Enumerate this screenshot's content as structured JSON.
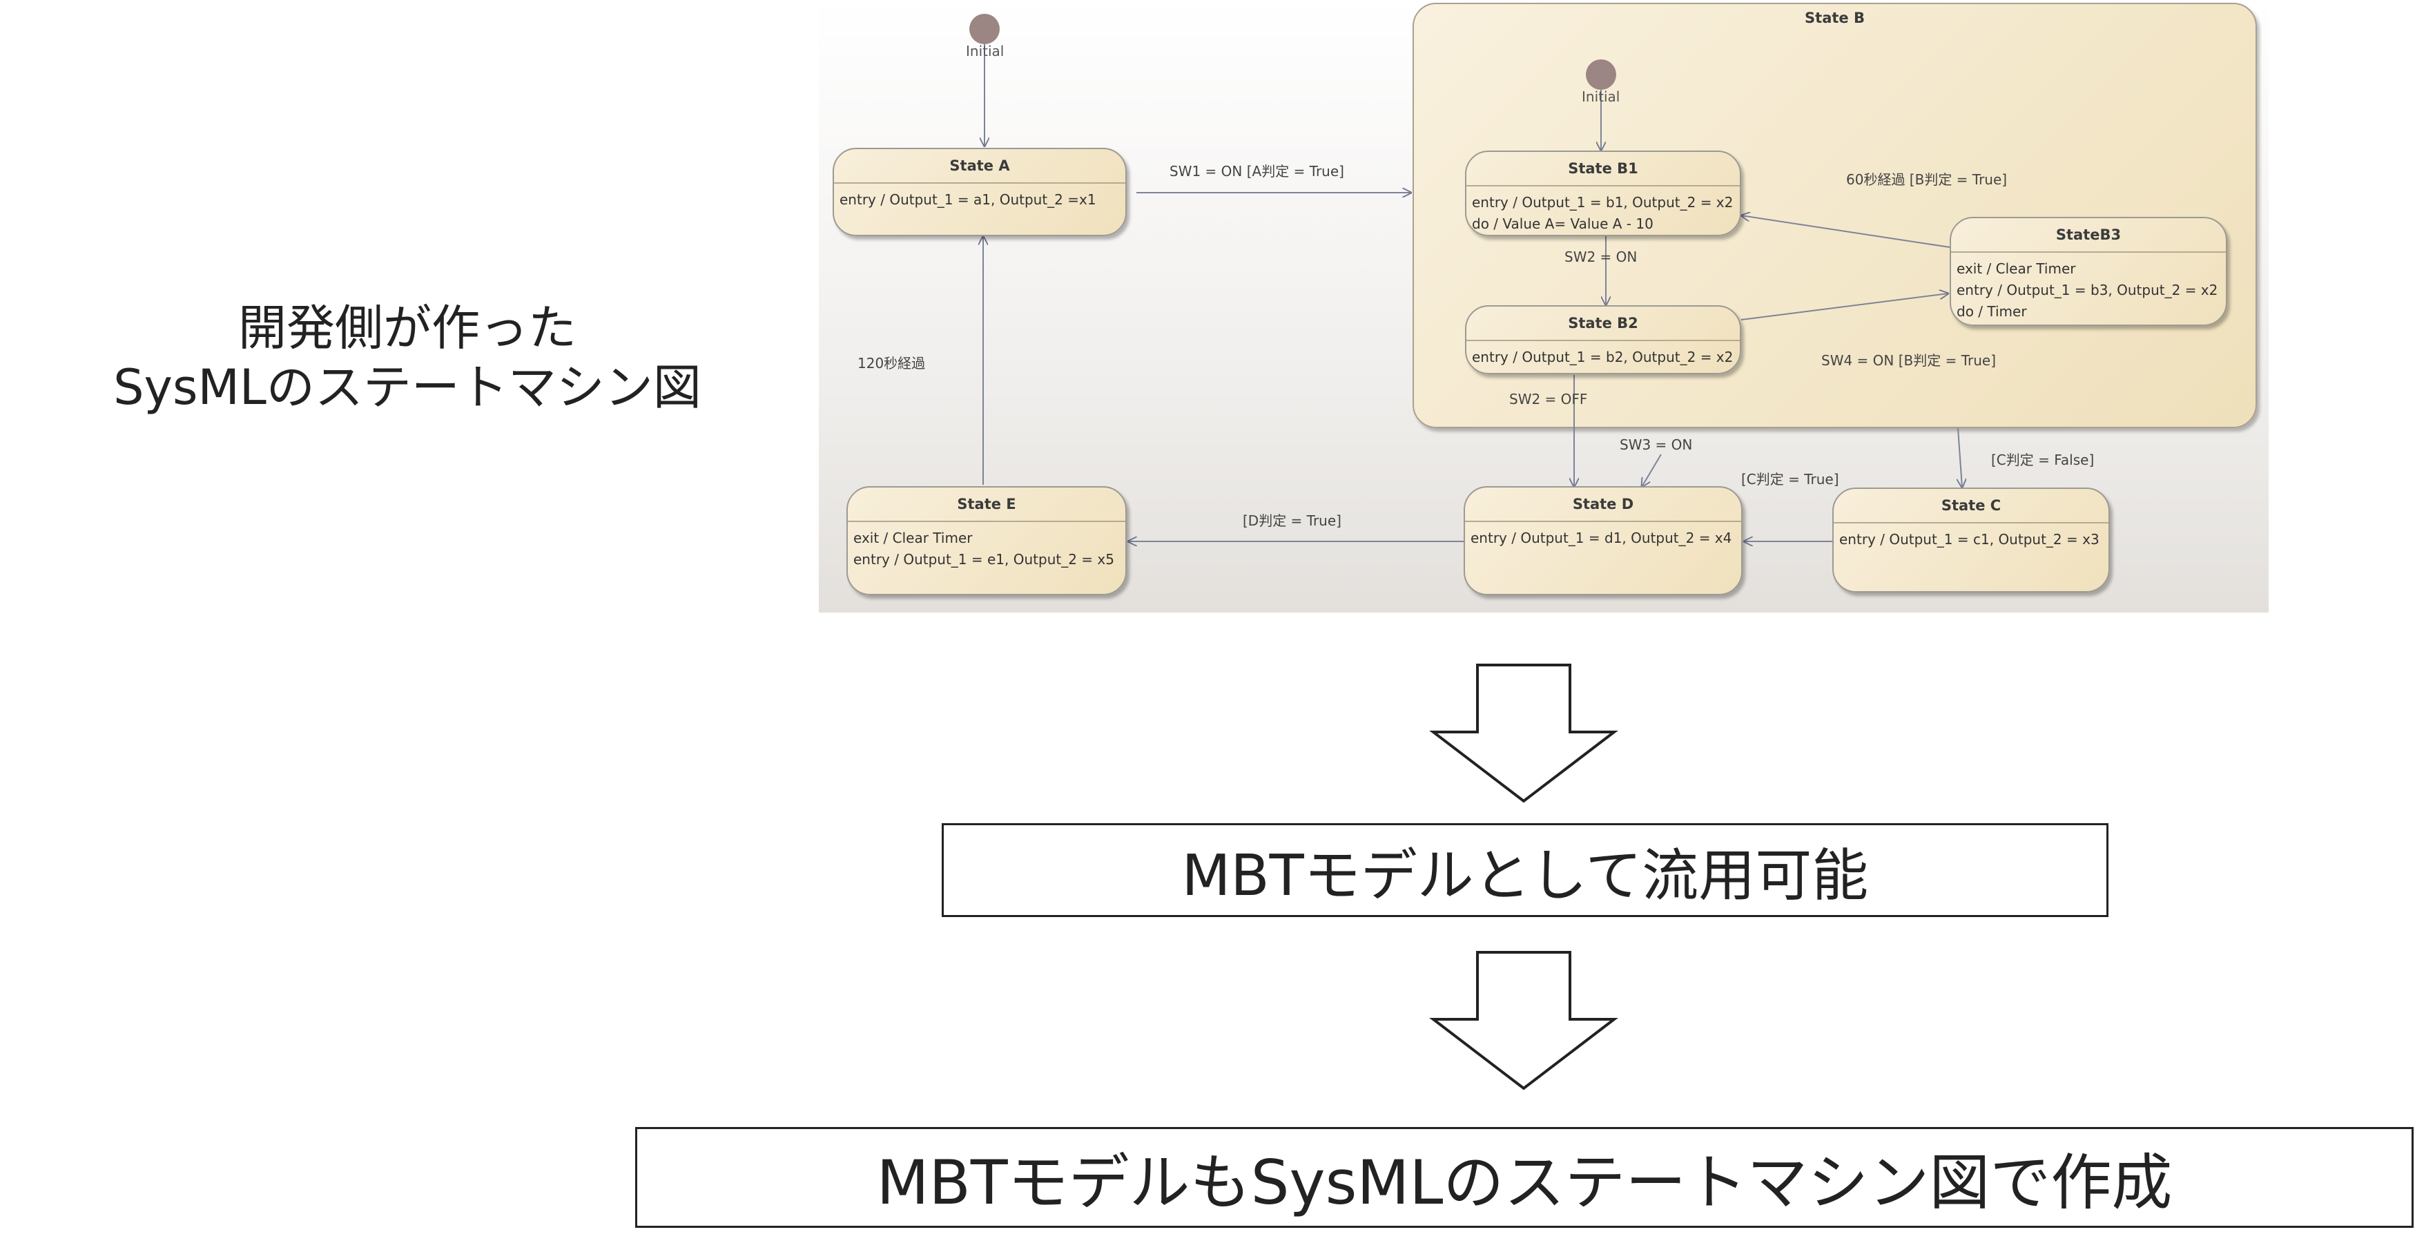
{
  "left_caption": {
    "line1": "開発側が作った",
    "line2": "SysMLのステートマシン図"
  },
  "diagram": {
    "initial_label": "Initial",
    "composite_b_title": "State B",
    "composite_b_initial_label": "Initial",
    "states": {
      "a": {
        "name": "State A",
        "lines": [
          "entry / Output_1 = a1, Output_2 =x1"
        ]
      },
      "b1": {
        "name": "State B1",
        "lines": [
          "entry / Output_1 = b1, Output_2 = x2",
          "do / Value A= Value A - 10"
        ]
      },
      "b2": {
        "name": "State B2",
        "lines": [
          "entry / Output_1 = b2, Output_2 = x2"
        ]
      },
      "b3": {
        "name": "StateB3",
        "lines": [
          "exit / Clear Timer",
          "entry / Output_1 = b3, Output_2 = x2",
          "do / Timer"
        ]
      },
      "c": {
        "name": "State C",
        "lines": [
          "entry / Output_1 = c1, Output_2 = x3"
        ]
      },
      "d": {
        "name": "State D",
        "lines": [
          "entry / Output_1 = d1, Output_2 = x4"
        ]
      },
      "e": {
        "name": "State E",
        "lines": [
          "exit / Clear Timer",
          "entry / Output_1 = e1, Output_2 = x5"
        ]
      }
    },
    "transitions": {
      "a_to_b": "SW1 = ON [A判定 = True]",
      "b1_to_b2": "SW2 = ON",
      "b3_to_b1": "60秒経過 [B判定 = True]",
      "b2_to_b3": "SW4 = ON [B判定 = True]",
      "b2_to_d": "SW2 = OFF",
      "b_to_d": "SW3 = ON",
      "c_to_d": "[C判定 = True]",
      "b_to_c": "[C判定 = False]",
      "d_to_e": "[D判定 = True]",
      "e_to_a": "120秒経過"
    }
  },
  "flow": {
    "box1": "MBTモデルとして流用可能",
    "box2": "MBTモデルもSysMLのステートマシン図で作成"
  }
}
